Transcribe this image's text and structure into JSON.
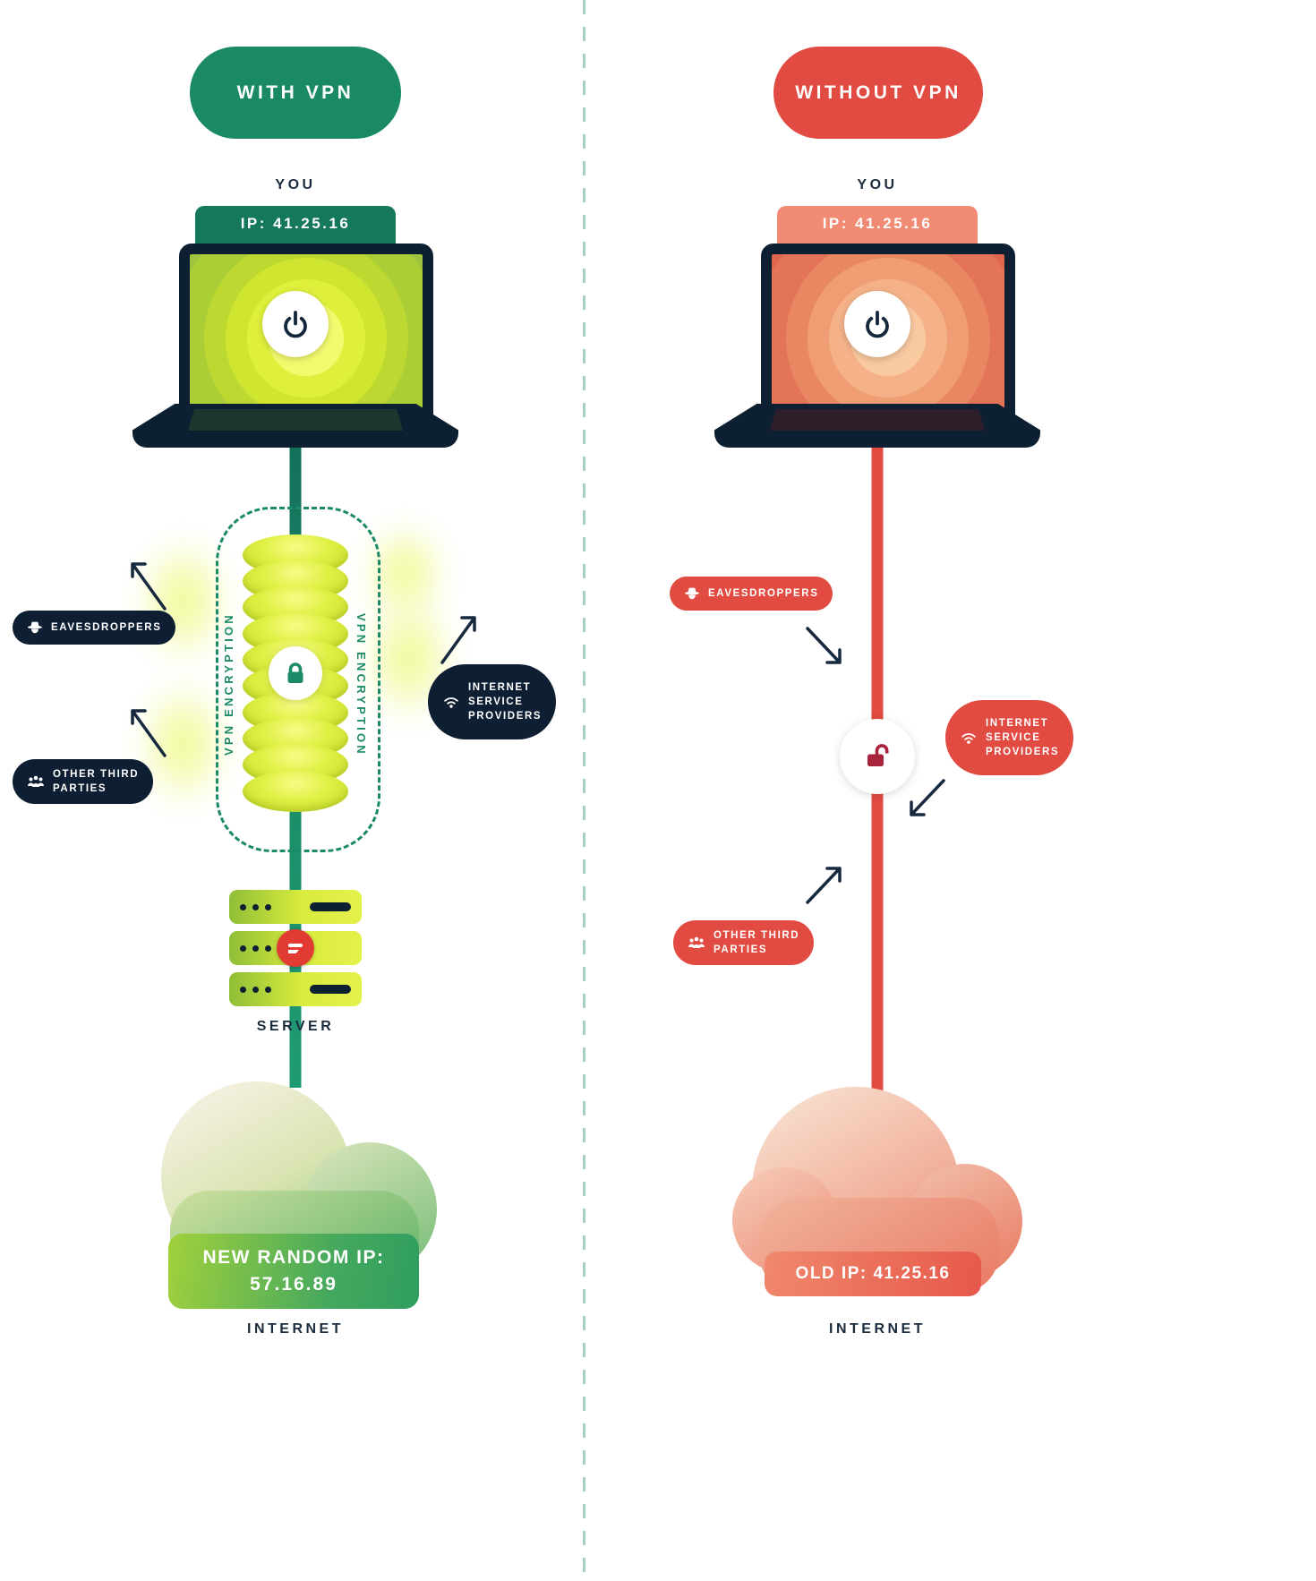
{
  "colors": {
    "green": "#1a8a66",
    "dark_green_badge": "#15775c",
    "lime": "#cfe52f",
    "navy": "#0e1f33",
    "red": "#e14b42",
    "salmon": "#f28b73",
    "label_text": "#1a2c3e"
  },
  "icons": [
    "power-icon",
    "lock-closed-icon",
    "lock-open-icon",
    "spy-icon",
    "group-icon",
    "wifi-icon",
    "server-logo-icon",
    "deflect-arrow-icon",
    "access-arrow-icon"
  ],
  "with_vpn": {
    "header": "WITH VPN",
    "you": "YOU",
    "ip": "IP: 41.25.16",
    "encryption_left": "VPN ENCRYPTION",
    "encryption_right": "VPN ENCRYPTION",
    "eavesdroppers": "EAVESDROPPERS",
    "third_parties": [
      "OTHER THIRD",
      "PARTIES"
    ],
    "isp": [
      "INTERNET",
      "SERVICE",
      "PROVIDERS"
    ],
    "server": "SERVER",
    "new_ip_title": "NEW RANDOM IP:",
    "new_ip_value": "57.16.89",
    "internet": "INTERNET"
  },
  "without_vpn": {
    "header": "WITHOUT VPN",
    "you": "YOU",
    "ip": "IP: 41.25.16",
    "eavesdroppers": "EAVESDROPPERS",
    "isp": [
      "INTERNET",
      "SERVICE",
      "PROVIDERS"
    ],
    "third_parties": [
      "OTHER THIRD",
      "PARTIES"
    ],
    "old_ip": "OLD IP: 41.25.16",
    "internet": "INTERNET"
  }
}
